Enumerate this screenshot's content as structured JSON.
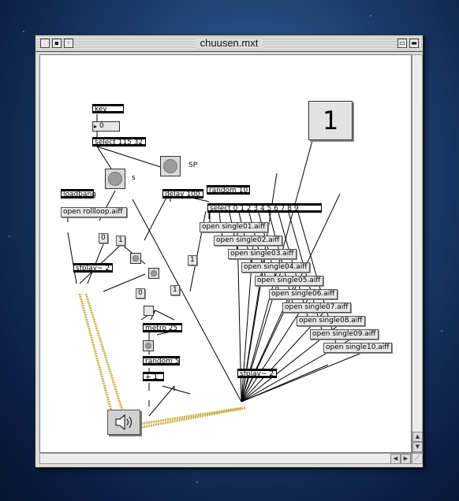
{
  "window": {
    "title": "chuusen.mxt"
  },
  "patch": {
    "objects": {
      "key": "key",
      "select1": "select 115 32",
      "delay": "delay 100",
      "random10": "random 10",
      "select2": "select 0 1 2 3 4 5 6 7 8 9",
      "loadbang": "loadbang",
      "sfplay1": "sfplay~ 2",
      "sfplay2": "sfplay~ 2",
      "metro": "metro 25",
      "random5": "random 5",
      "plus1": "+ 1"
    },
    "messages": {
      "open_rollloop": "open rollloop.aiff",
      "zero1": "0",
      "one1": "1",
      "one2": "1",
      "zero2": "0",
      "one3": "1",
      "files": [
        "open single01.aiff",
        "open single02.aiff",
        "open single03.aiff",
        "open single04.aiff",
        "open single05.aiff",
        "open single06.aiff",
        "open single07.aiff",
        "open single08.aiff",
        "open single09.aiff",
        "open single10.aiff"
      ]
    },
    "number_box": "0",
    "big_number": "1",
    "labels": {
      "s": "s",
      "sp": "SP"
    }
  }
}
